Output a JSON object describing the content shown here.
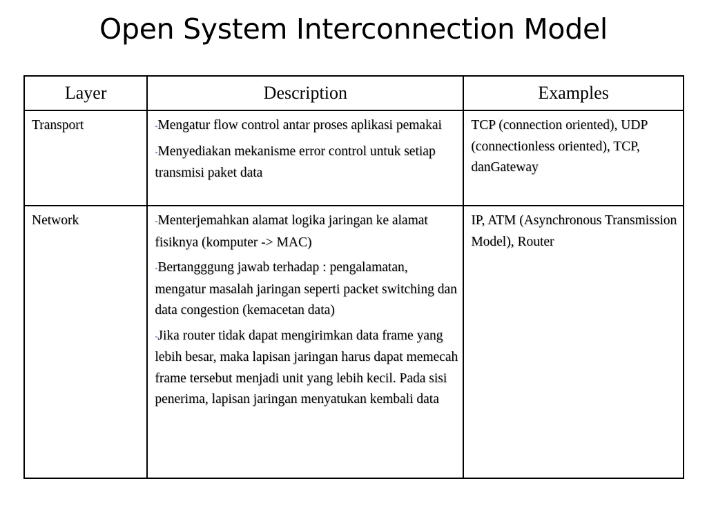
{
  "slide": {
    "title": "Open System Interconnection Model"
  },
  "table": {
    "headers": [
      "Layer",
      "Description",
      "Examples"
    ],
    "rows": [
      {
        "layer": "Transport",
        "description": [
          "Mengatur flow control antar proses aplikasi pemakai",
          "Menyediakan mekanisme error control untuk setiap transmisi paket data"
        ],
        "examples": "TCP (connection  oriented), UDP (connectionless oriented), TCP, danGateway"
      },
      {
        "layer": "Network",
        "description": [
          "Menterjemahkan alamat logika jaringan ke alamat fisiknya (komputer -> MAC)",
          "Bertangggung jawab terhadap : pengalamatan, mengatur masalah jaringan seperti packet switching dan data congestion (kemacetan data)",
          "Jika router tidak dapat mengirimkan data frame yang lebih besar, maka lapisan jaringan harus dapat memecah frame tersebut menjadi unit yang lebih kecil. Pada sisi penerima, lapisan jaringan menyatukan kembali data"
        ],
        "examples": "IP, ATM (Asynchronous Transmission Model), Router"
      }
    ],
    "bullet": "-"
  },
  "colors": {
    "bullet": "#0b2fa8",
    "border": "#000000",
    "background": "#ffffff"
  }
}
